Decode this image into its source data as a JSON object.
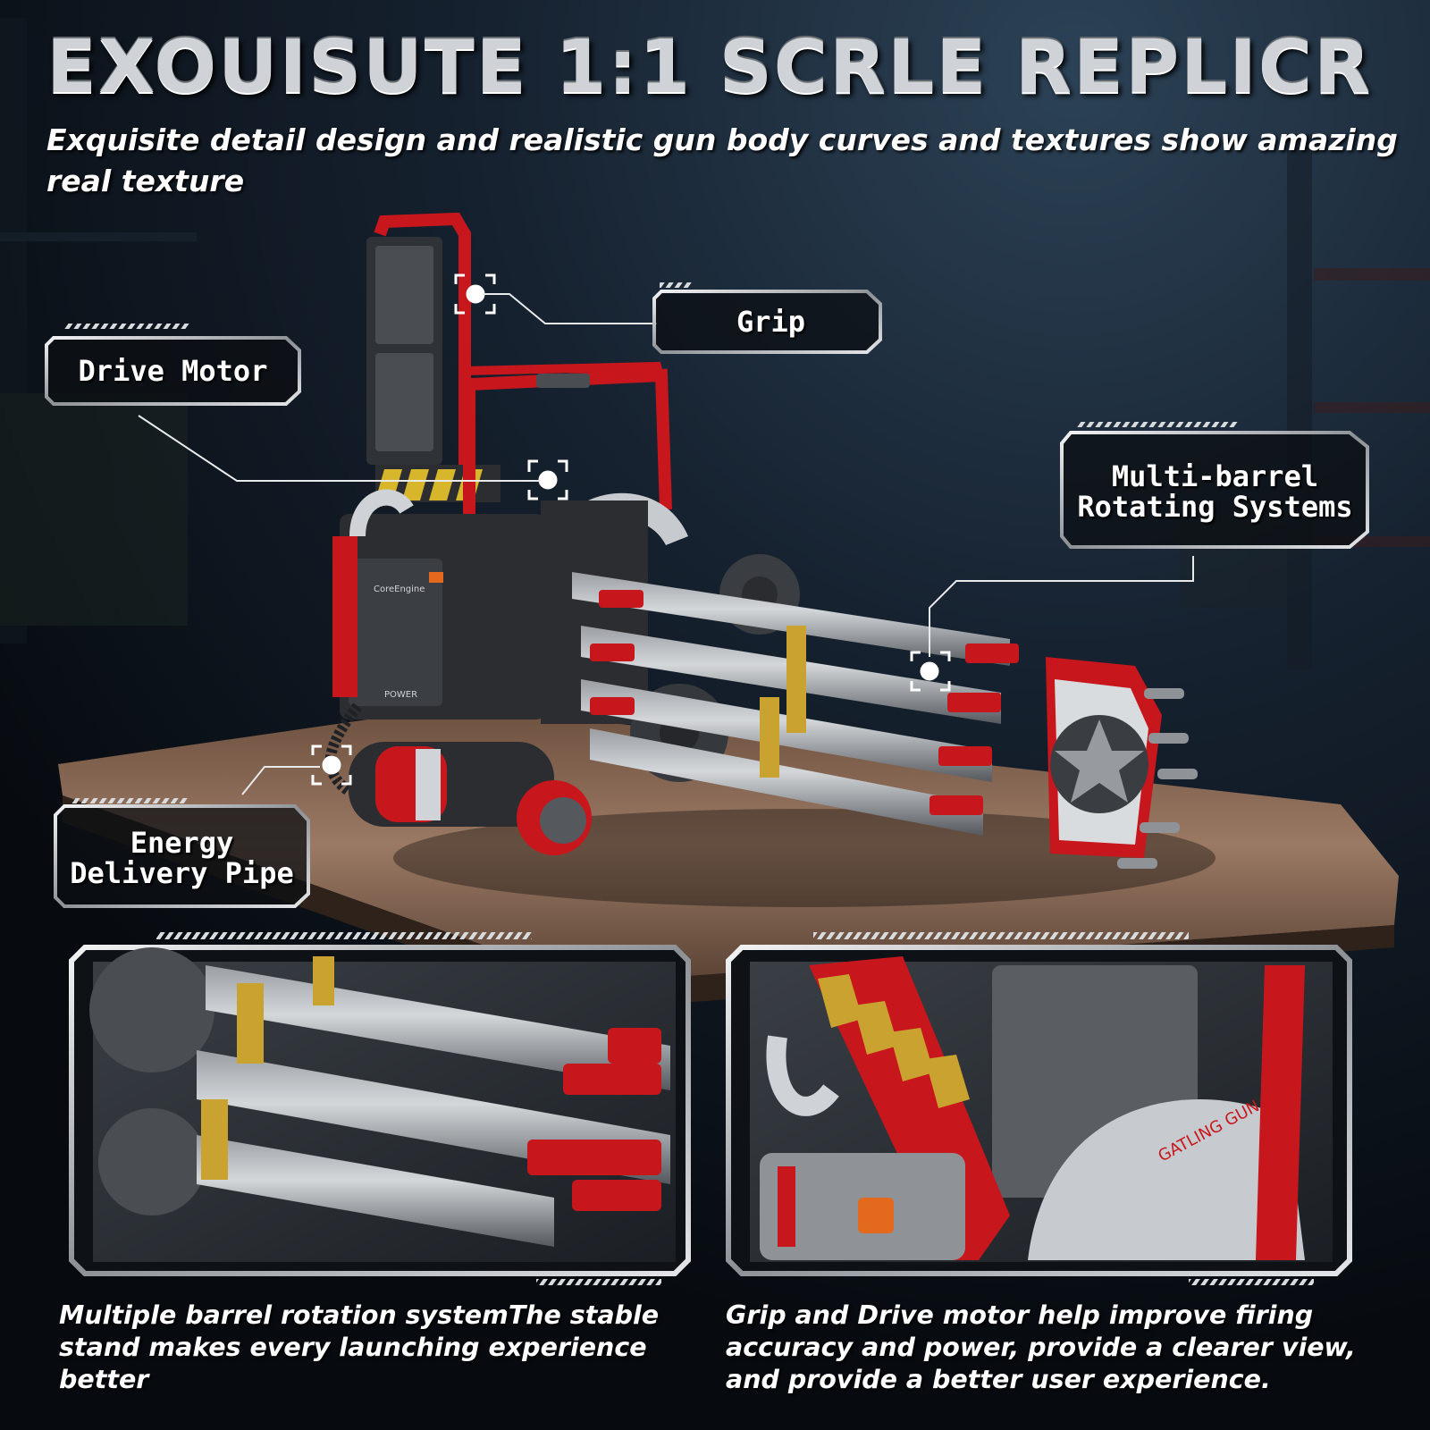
{
  "header": {
    "title": "EXOUISUTE 1:1 SCRLE REPLICR",
    "subtitle": "Exquisite detail design and realistic gun body curves and textures show amazing real texture"
  },
  "callouts": {
    "grip": "Grip",
    "drive_motor": "Drive Motor",
    "multi_barrel_line1": "Multi-barrel",
    "multi_barrel_line2": "Rotating Systems",
    "energy_line1": "Energy",
    "energy_line2": "Delivery Pipe"
  },
  "model_labels": {
    "engine_brand": "CoreEngine",
    "power": "POWER",
    "gatling": "GATLING GUN"
  },
  "captions": {
    "left": "Multiple barrel rotation systemThe stable stand makes every launching experience better",
    "right": "Grip and Drive motor help improve firing accuracy and power, provide a clearer view, and provide a better user experience."
  },
  "colors": {
    "accent_red": "#c8161d",
    "frame_silver": "#c9ccd0",
    "background": "#0b1119",
    "table_wood": "#8a6a55"
  }
}
